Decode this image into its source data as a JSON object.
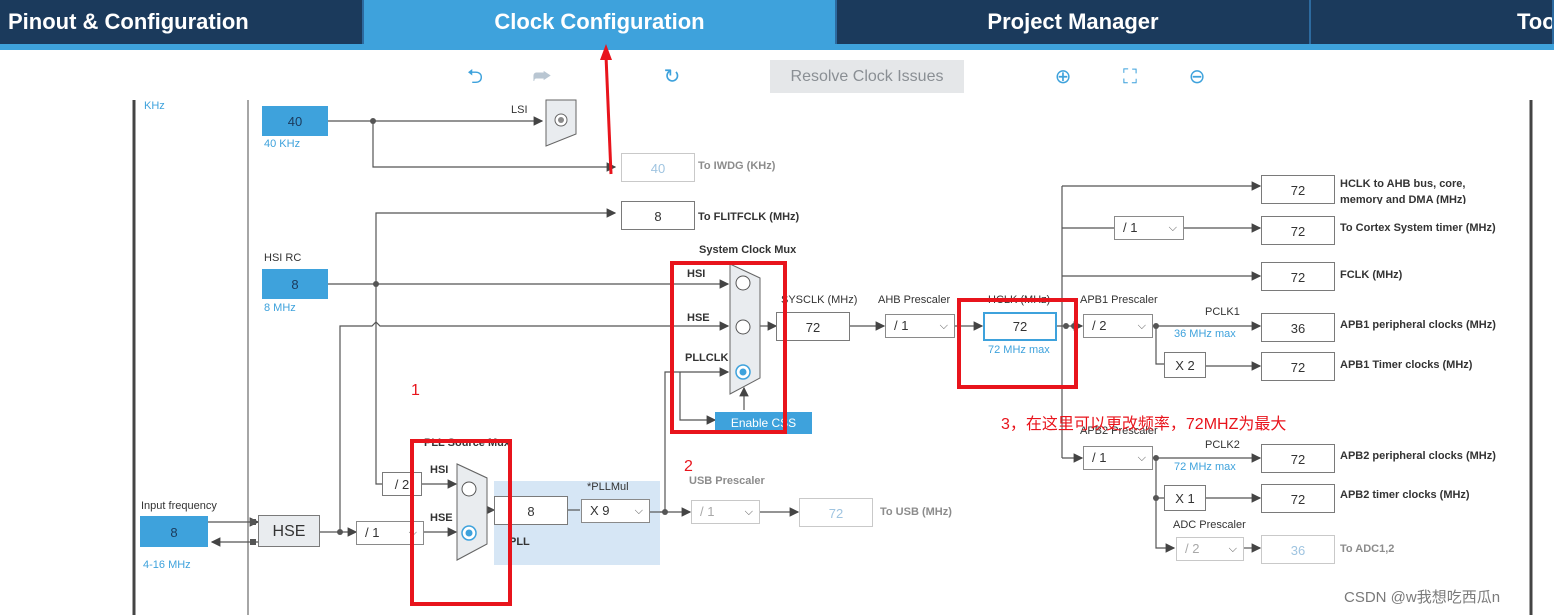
{
  "tabs": [
    {
      "label": "Pinout & Configuration"
    },
    {
      "label": "Clock Configuration"
    },
    {
      "label": "Project Manager"
    },
    {
      "label": "Too"
    }
  ],
  "toolbar": {
    "undo_icon": "undo-icon",
    "redo_icon": "redo-icon",
    "refresh_icon": "refresh-icon",
    "resolve_label": "Resolve Clock Issues",
    "zoom_in_icon": "zoom-in-icon",
    "fit_icon": "fit-icon",
    "zoom_out_icon": "zoom-out-icon"
  },
  "diagram": {
    "top_khz": "KHz",
    "lse_value": "40",
    "lse_sub": "40 KHz",
    "lsi_label": "LSI",
    "iwdg_value": "40",
    "iwdg_label": "To IWDG (KHz)",
    "flit_value": "8",
    "flit_label": "To FLITFCLK (MHz)",
    "hsi_rc_label": "HSI RC",
    "hsi_rc_value": "8",
    "hsi_rc_sub": "8 MHz",
    "sysmux_title": "System Clock Mux",
    "mux_hsi": "HSI",
    "mux_hse": "HSE",
    "mux_pllclk": "PLLCLK",
    "enable_css": "Enable CSS",
    "sysclk_label": "SYSCLK (MHz)",
    "sysclk_value": "72",
    "ahb_label": "AHB Prescaler",
    "ahb_value": "/ 1",
    "hclk_label": "HCLK (MHz)",
    "hclk_value": "72",
    "hclk_max": "72 MHz max",
    "apb1_label": "APB1 Prescaler",
    "apb1_value": "/ 2",
    "pclk1_label": "PCLK1",
    "pclk1_max": "36 MHz max",
    "x2": "X 2",
    "apb2_label": "APB2 Prescaler",
    "apb2_value": "/ 1",
    "pclk2_label": "PCLK2",
    "pclk2_max": "72 MHz max",
    "x1": "X 1",
    "adc_label": "ADC Prescaler",
    "adc_value": "/ 2",
    "cortex_div": "/ 1",
    "outputs": [
      {
        "value": "72",
        "label": "HCLK to AHB bus, core,",
        "label2": "memory and DMA (MHz)"
      },
      {
        "value": "72",
        "label": "To Cortex System timer (MHz)"
      },
      {
        "value": "72",
        "label": "FCLK (MHz)"
      },
      {
        "value": "36",
        "label": "APB1 peripheral clocks (MHz)"
      },
      {
        "value": "72",
        "label": "APB1 Timer clocks (MHz)"
      },
      {
        "value": "72",
        "label": "APB2 peripheral clocks (MHz)"
      },
      {
        "value": "72",
        "label": "APB2 timer clocks (MHz)"
      },
      {
        "value": "36",
        "label": "To ADC1,2"
      }
    ],
    "input_freq_label": "Input frequency",
    "input_freq_value": "8",
    "input_freq_range": "4-16 MHz",
    "hse_label": "HSE",
    "hse_div": "/ 1",
    "hsi_div": "/ 2",
    "pll_src_title": "PLL Source Mux",
    "pll_hsi": "HSI",
    "pll_hse": "HSE",
    "pll_value": "8",
    "pllmul_label": "*PLLMul",
    "pllmul_value": "X 9",
    "pll_label": "PLL",
    "usb_label": "USB Prescaler",
    "usb_value": "/ 1",
    "usb_out": "72",
    "usb_out_label": "To USB (MHz)"
  },
  "annotations": {
    "n1": "1",
    "n2": "2",
    "n3": "3，在这里可以更改频率，72MHZ为最大",
    "watermark": "CSDN @w我想吃西瓜n"
  },
  "colors": {
    "tab_bg": "#1b3a5c",
    "accent": "#3ea2dc",
    "annotation": "#e8141c"
  }
}
